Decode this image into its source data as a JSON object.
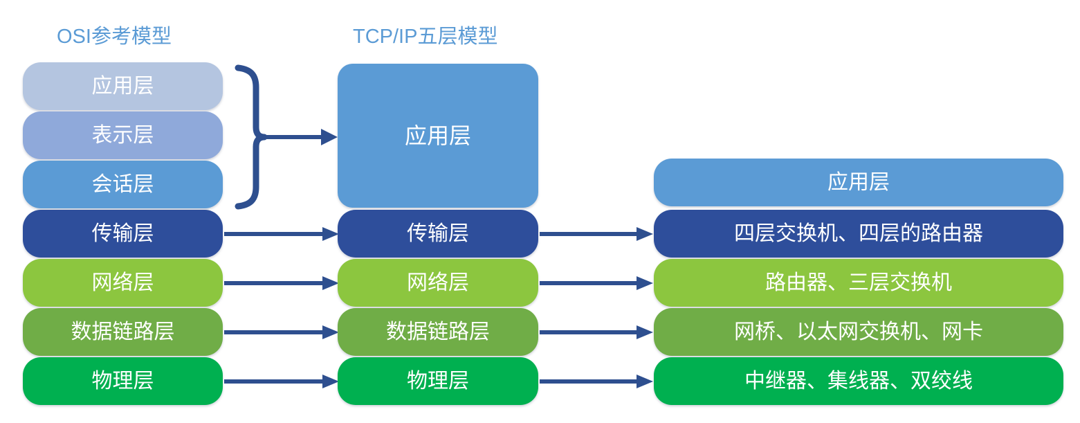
{
  "headings": {
    "osi": "OSI参考模型",
    "tcpip": "TCP/IP五层模型",
    "color": "#5B9BD5"
  },
  "colors": {
    "application_light": "#B4C5E0",
    "presentation": "#8FA9DA",
    "session": "#5B9BD5",
    "transport": "#2E4E9B",
    "network": "#8CC63F",
    "datalink": "#70AD47",
    "physical": "#00B050",
    "arrow": "#2E4F8F",
    "brace": "#2E4F8F",
    "text": "#FFFFFF"
  },
  "osi_column": {
    "name": "OSI参考模型",
    "layers": [
      {
        "label": "应用层",
        "color": "#B4C5E0"
      },
      {
        "label": "表示层",
        "color": "#8FA9DA"
      },
      {
        "label": "会话层",
        "color": "#5B9BD5"
      },
      {
        "label": "传输层",
        "color": "#2E4E9B"
      },
      {
        "label": "网络层",
        "color": "#8CC63F"
      },
      {
        "label": "数据链路层",
        "color": "#70AD47"
      },
      {
        "label": "物理层",
        "color": "#00B050"
      }
    ]
  },
  "tcpip_column": {
    "name": "TCP/IP五层模型",
    "layers": [
      {
        "label": "应用层",
        "color": "#5B9BD5"
      },
      {
        "label": "传输层",
        "color": "#2E4E9B"
      },
      {
        "label": "网络层",
        "color": "#8CC63F"
      },
      {
        "label": "数据链路层",
        "color": "#70AD47"
      },
      {
        "label": "物理层",
        "color": "#00B050"
      }
    ]
  },
  "devices_column": {
    "name": "",
    "layers": [
      {
        "label": "应用层",
        "color": "#5B9BD5"
      },
      {
        "label": "四层交换机、四层的路由器",
        "color": "#2E4E9B"
      },
      {
        "label": "路由器、三层交换机",
        "color": "#8CC63F"
      },
      {
        "label": "网桥、以太网交换机、网卡",
        "color": "#70AD47"
      },
      {
        "label": "中继器、集线器、双绞线",
        "color": "#00B050"
      }
    ]
  },
  "connectors": {
    "brace_label": "curly-brace-grouping-osi-top-three-layers",
    "arrows": [
      {
        "from": "osi-application-group",
        "to": "tcpip-application"
      },
      {
        "from": "osi-transport",
        "to": "tcpip-transport"
      },
      {
        "from": "osi-network",
        "to": "tcpip-network"
      },
      {
        "from": "osi-datalink",
        "to": "tcpip-datalink"
      },
      {
        "from": "osi-physical",
        "to": "tcpip-physical"
      },
      {
        "from": "tcpip-transport",
        "to": "devices-transport"
      },
      {
        "from": "tcpip-network",
        "to": "devices-network"
      },
      {
        "from": "tcpip-datalink",
        "to": "devices-datalink"
      },
      {
        "from": "tcpip-physical",
        "to": "devices-physical"
      }
    ]
  }
}
